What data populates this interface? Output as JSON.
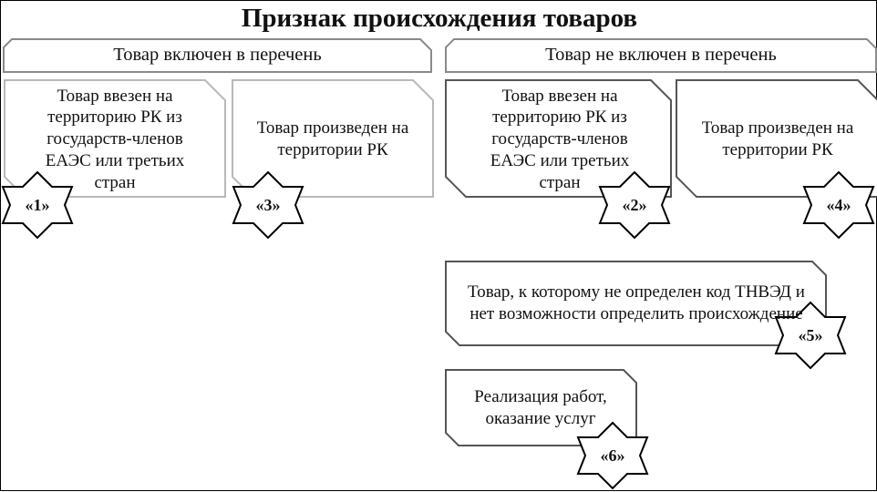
{
  "title": "Признак происхождения товаров",
  "headers": {
    "left": "Товар включен в перечень",
    "right": "Товар не включен в перечень"
  },
  "boxes": [
    {
      "id": "box-1",
      "text": "Товар ввезен на территорию РК из государств-членов ЕАЭС или третьих стран",
      "badge": "«1»"
    },
    {
      "id": "box-3",
      "text": "Товар произведен на территории РК",
      "badge": "«3»"
    },
    {
      "id": "box-2",
      "text": "Товар ввезен на территорию РК из государств-членов ЕАЭС или третьих стран",
      "badge": "«2»"
    },
    {
      "id": "box-4",
      "text": "Товар произведен на территории РК",
      "badge": "«4»"
    },
    {
      "id": "box-5",
      "text": "Товар, к которому не определен код ТНВЭД и нет возможности определить происхождение",
      "badge": "«5»"
    },
    {
      "id": "box-6",
      "text": "Реализация работ, оказание услуг",
      "badge": "«6»"
    }
  ]
}
